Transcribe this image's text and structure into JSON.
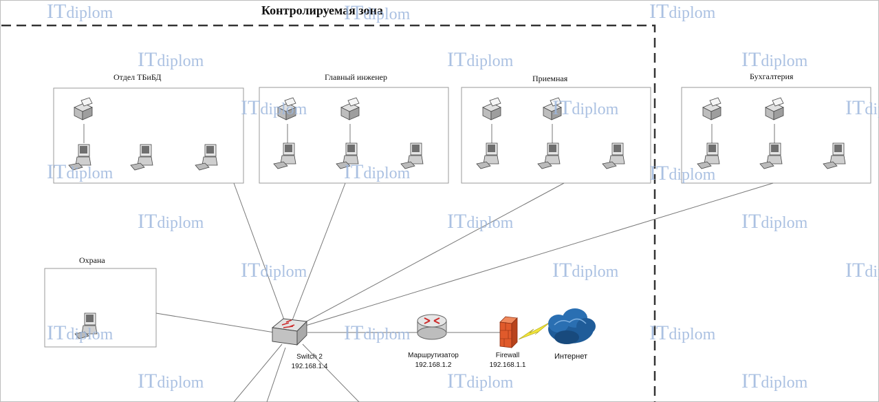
{
  "diagram": {
    "zone_title": "Контролируемая зона",
    "watermark": {
      "brand": "IT",
      "suffix": "diplom"
    },
    "departments": [
      {
        "name": "Отдел ТБиБД",
        "printers": 1,
        "computers": 3
      },
      {
        "name": "Главный инженер",
        "printers": 2,
        "computers": 3
      },
      {
        "name": "Приемная",
        "printers": 2,
        "computers": 3
      },
      {
        "name": "Бухгалтерия",
        "printers": 2,
        "computers": 3
      },
      {
        "name": "Охрана",
        "printers": 0,
        "computers": 1
      }
    ],
    "switch": {
      "name": "Switch 2",
      "ip": "192.168.1.4",
      "icon": "switch-icon"
    },
    "router": {
      "name": "Маршрутизатор",
      "ip": "192.168.1.2",
      "icon": "router-icon"
    },
    "firewall": {
      "name": "Firewall",
      "ip": "192.168.1.1",
      "icon": "firewall-icon"
    },
    "internet": {
      "name": "Интернет",
      "icon": "cloud-icon"
    },
    "colors": {
      "router": "#d9d9d9",
      "router_arrows": "#cc2a2a",
      "firewall": "#e05a2b",
      "lightning": "#f2e53a",
      "cloud": "#1f5c99",
      "watermark": "#9db7dd"
    }
  }
}
